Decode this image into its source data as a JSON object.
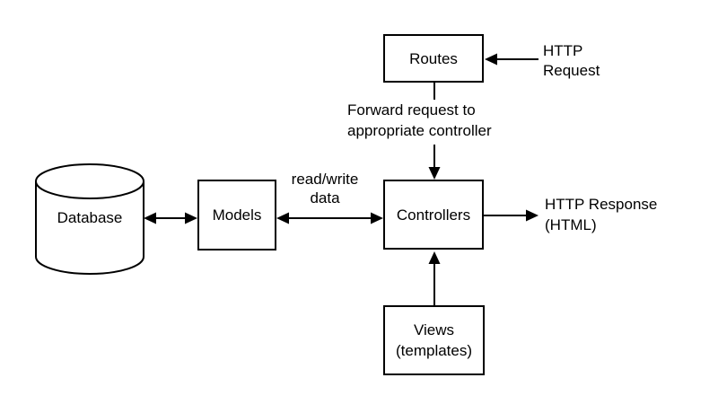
{
  "diagram": {
    "kind": "mvc-architecture-flow",
    "colors": {
      "stroke": "#000000",
      "background": "#ffffff",
      "text": "#000000"
    },
    "nodes": {
      "routes": {
        "label": "Routes"
      },
      "database": {
        "label": "Database"
      },
      "models": {
        "label": "Models"
      },
      "controllers": {
        "label": "Controllers"
      },
      "views": {
        "label": "Views",
        "sublabel": "(templates)"
      }
    },
    "annotations": {
      "http_request": {
        "line1": "HTTP",
        "line2": "Request"
      },
      "forward": {
        "line1": "Forward request to",
        "line2": "appropriate controller"
      },
      "read_write": {
        "line1": "read/write",
        "line2": "data"
      },
      "http_response": {
        "line1": "HTTP Response",
        "line2": "(HTML)"
      }
    },
    "edges": [
      {
        "from": "http-request-label",
        "to": "routes",
        "direction": "one-way"
      },
      {
        "from": "routes",
        "to": "controllers",
        "direction": "one-way",
        "label": "Forward request to appropriate controller"
      },
      {
        "from": "database",
        "to": "models",
        "direction": "two-way"
      },
      {
        "from": "models",
        "to": "controllers",
        "direction": "two-way",
        "label": "read/write data"
      },
      {
        "from": "controllers",
        "to": "http-response-label",
        "direction": "one-way"
      },
      {
        "from": "views",
        "to": "controllers",
        "direction": "one-way"
      }
    ]
  }
}
